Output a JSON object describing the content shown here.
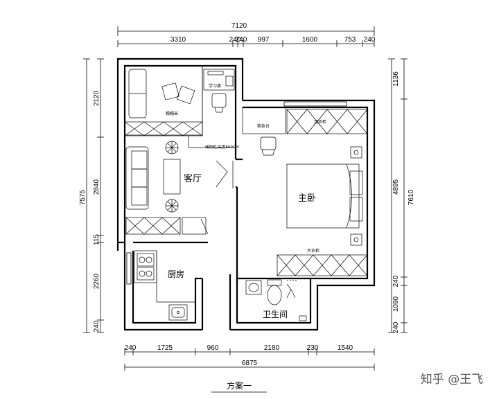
{
  "dimensions": {
    "top_total": "7120",
    "top_segments": [
      "3310",
      "240",
      "240",
      "997",
      "1600",
      "753",
      "240"
    ],
    "left_total": "7575",
    "left_segments": [
      "2120",
      "2840",
      "115",
      "2260",
      "240"
    ],
    "right_total": "7610",
    "right_segments": [
      "1136",
      "4895",
      "240",
      "1090",
      "240"
    ],
    "bottom_total": "6875",
    "bottom_segments": [
      "240",
      "1725",
      "960",
      "2180",
      "230",
      "1540"
    ]
  },
  "rooms": {
    "living": "客厅",
    "master_bedroom": "主卧",
    "kitchen": "厨房",
    "bathroom": "卫生间"
  },
  "furniture_labels": {
    "study_desk": "学习桌",
    "tatami": "榻榻米",
    "storage_cabinet": "储物柜/高度800CM",
    "dressing_table": "梳妆台",
    "wardrobe_top": "顶衣柜",
    "wardrobe": "大衣柜"
  },
  "caption": "方案一",
  "watermark": "知乎 @王飞"
}
